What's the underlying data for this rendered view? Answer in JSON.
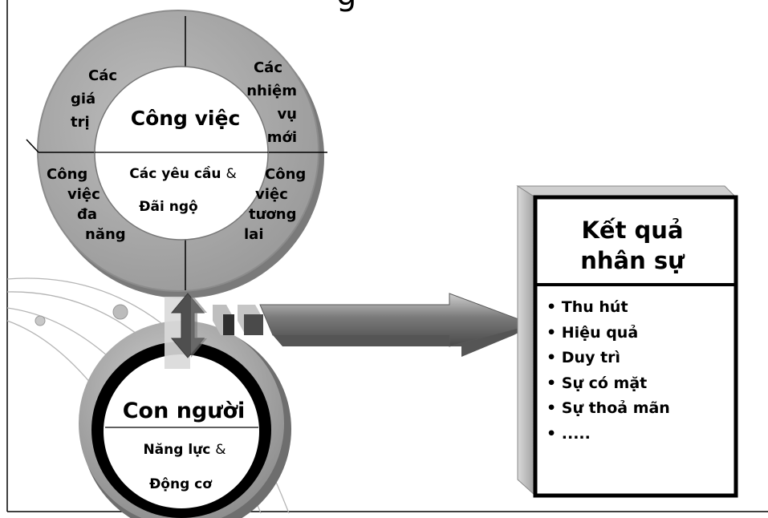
{
  "title_fragment": "g",
  "job_wheel": {
    "center_title": "Công việc",
    "center_requirements": "Các yêu cầu",
    "center_amp": "&",
    "center_rewards": "Đãi ngộ",
    "segments": {
      "values": [
        "Các",
        "giá",
        "trị"
      ],
      "new_tasks": [
        "Các",
        "nhiệm",
        "vụ",
        "mới"
      ],
      "multi_skill_jobs": [
        "Công",
        "việc",
        "đa",
        "năng"
      ],
      "future_jobs": [
        "Công",
        "việc",
        "tương",
        "lai"
      ]
    }
  },
  "people_circle": {
    "title": "Con người",
    "competence": "Năng lực",
    "amp": "&",
    "motivation": "Động cơ"
  },
  "hr_results": {
    "title_line1": "Kết quả",
    "title_line2": "nhân sự",
    "items": [
      "Thu hút",
      "Hiệu quả",
      "Duy trì",
      "Sự có mặt",
      "Sự thoả mãn",
      "....."
    ]
  },
  "colors": {
    "wheel_gray": "#a6a6a6",
    "arrow_gray": "#8a8a8a",
    "box_side": "#b8b8b8",
    "ink": "#000000"
  }
}
